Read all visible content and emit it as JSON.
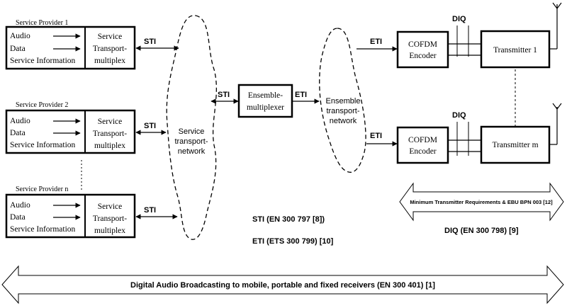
{
  "providers": [
    {
      "title": "Service Provider 1",
      "items": [
        "Audio",
        "Data",
        "Service Information"
      ],
      "mux_line1": "Service",
      "mux_line2": "Transport-",
      "mux_line3": "multiplex",
      "link": "STI"
    },
    {
      "title": "Service Provider 2",
      "items": [
        "Audio",
        "Data",
        "Service Information"
      ],
      "mux_line1": "Service",
      "mux_line2": "Transport-",
      "mux_line3": "multiplex",
      "link": "STI"
    },
    {
      "title": "Service Provider n",
      "items": [
        "Audio",
        "Data",
        "Service Information"
      ],
      "mux_line1": "Service",
      "mux_line2": "Transport-",
      "mux_line3": "multiplex",
      "link": "STI"
    }
  ],
  "service_network": {
    "line1": "Service",
    "line2": "transport-",
    "line3": "network"
  },
  "ensemble_mux": {
    "link_in": "STI",
    "line1": "Ensemble-",
    "line2": "multiplexer",
    "link_out": "ETI"
  },
  "ensemble_network": {
    "line1": "Ensemble",
    "line2": "transport-",
    "line3": "network"
  },
  "chains": [
    {
      "link": "ETI",
      "diq": "DIQ",
      "encoder_line1": "COFDM",
      "encoder_line2": "Encoder",
      "transmitter": "Transmitter 1"
    },
    {
      "link": "ETI",
      "diq": "DIQ",
      "encoder_line1": "COFDM",
      "encoder_line2": "Encoder",
      "transmitter": "Transmitter m"
    }
  ],
  "standards": {
    "sti": "STI (EN 300 797 [8])",
    "eti": "ETI (ETS 300 799) [10]",
    "diq": "DIQ (EN 300 798) [9]",
    "transmitter_req": "Minimum Transmitter Requirements & EBU BPN 003 [12]",
    "dab": "Digital Audio Broadcasting to mobile, portable and fixed receivers  (EN 300 401) [1]"
  }
}
